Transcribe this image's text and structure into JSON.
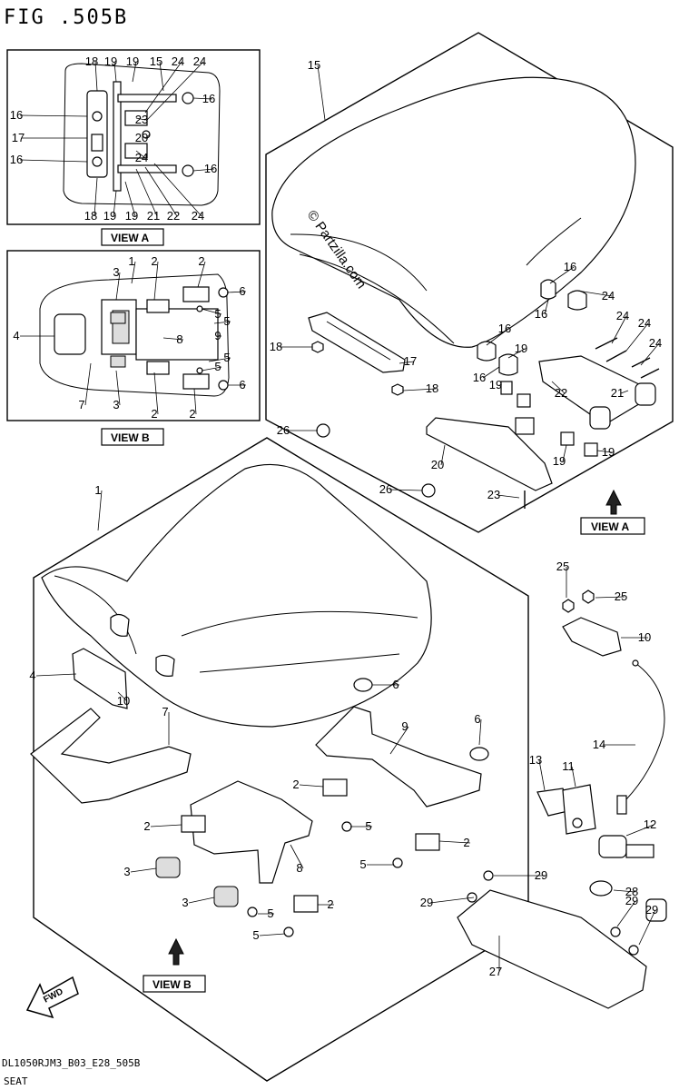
{
  "figure": {
    "title": "FIG .505B",
    "code": "DL1050RJM3_B03_E28_505B",
    "caption": "SEAT",
    "watermark": "© Partzilla.com"
  },
  "views": {
    "view_a_label": "VIEW A",
    "view_b_label": "VIEW B"
  },
  "fwd_label": "FWD",
  "callouts": {
    "inset_a": [
      "18",
      "19",
      "19",
      "15",
      "24",
      "24",
      "16",
      "16",
      "23",
      "17",
      "20",
      "16",
      "24",
      "16",
      "18",
      "19",
      "19",
      "21",
      "22",
      "24"
    ],
    "inset_b": [
      "3",
      "1",
      "2",
      "2",
      "6",
      "5",
      "5",
      "4",
      "8",
      "9",
      "5",
      "5",
      "7",
      "3",
      "2",
      "2",
      "6"
    ],
    "rear": [
      "15",
      "16",
      "16",
      "24",
      "24",
      "24",
      "24",
      "18",
      "17",
      "16",
      "19",
      "16",
      "19",
      "22",
      "21",
      "18",
      "19",
      "19",
      "20",
      "26",
      "26",
      "23"
    ],
    "main": [
      "1",
      "4",
      "10",
      "7",
      "6",
      "9",
      "6",
      "2",
      "5",
      "2",
      "2",
      "3",
      "8",
      "5",
      "3",
      "5",
      "2",
      "5"
    ],
    "lock": [
      "25",
      "25",
      "10",
      "14",
      "13",
      "11",
      "12",
      "29",
      "28",
      "29",
      "29",
      "29",
      "27"
    ]
  }
}
